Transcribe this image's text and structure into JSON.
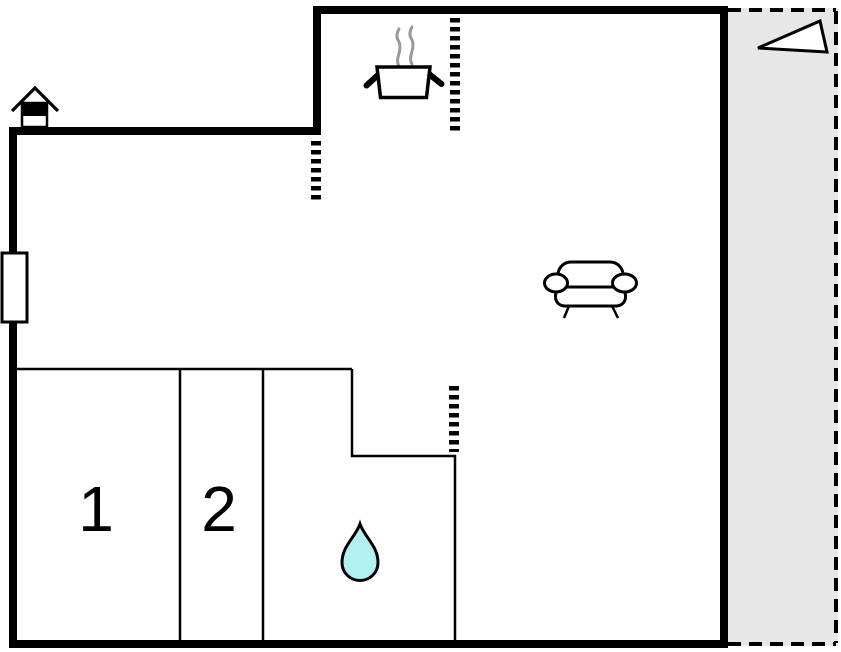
{
  "floorplan": {
    "type": "property-floor-plan",
    "rooms": [
      {
        "id": "room-1",
        "label": "1"
      },
      {
        "id": "room-2",
        "label": "2"
      }
    ],
    "icons": [
      {
        "name": "chimney-icon",
        "meaning": "fireplace/chimney on outer wall"
      },
      {
        "name": "stove-pot-icon",
        "meaning": "kitchen cooking area"
      },
      {
        "name": "sofa-icon",
        "meaning": "living room seating"
      },
      {
        "name": "water-drop-icon",
        "meaning": "bathroom / water point"
      },
      {
        "name": "north-arrow-icon",
        "meaning": "orientation triangle on terrace"
      },
      {
        "name": "window-marker",
        "meaning": "window on left outer wall"
      }
    ],
    "colors": {
      "wall": "#000000",
      "terrace_fill": "#e7e7e7",
      "water_drop_fill": "#b3f0f2",
      "steam_gray": "#999999",
      "background": "#ffffff"
    }
  }
}
